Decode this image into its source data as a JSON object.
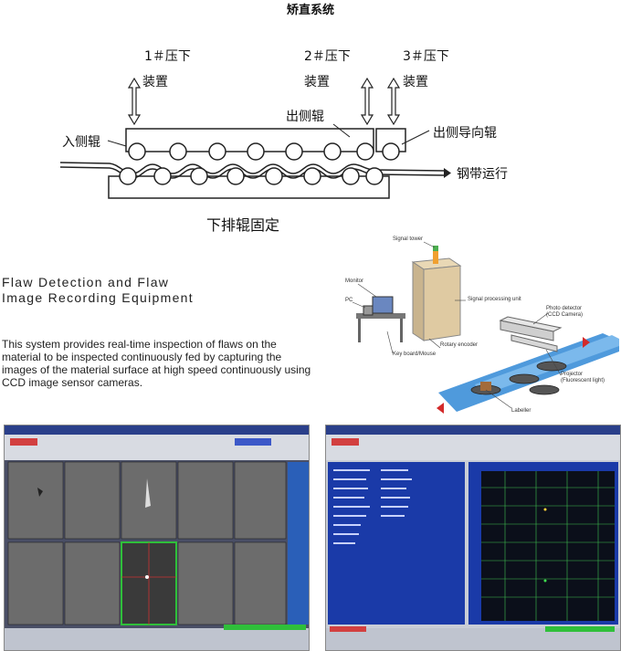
{
  "title": "矫直系统",
  "diagram": {
    "press1": "1＃压下",
    "press2": "2＃压下",
    "press3": "3＃压下",
    "device": "装置",
    "exit_roll": "出侧辊",
    "entry_roll": "入侧辊",
    "exit_guide_roll": "出侧导向辊",
    "strip_run": "钢带运行",
    "bottom_fixed": "下排辊固定"
  },
  "flaw": {
    "title_line1": "Flaw Detection and Flaw",
    "title_line2": "Image Recording Equipment",
    "description": "This system provides real-time inspection of flaws on the material to be inspected continuously fed by capturing the images of the material surface at high speed continuously using CCD image sensor cameras."
  },
  "equipment": {
    "signal_tower": "Signal tower",
    "monitor": "Monitor",
    "pc": "PC",
    "signal_processing_unit": "Signal processing unit",
    "photo_detector": "Photo detector",
    "ccd_camera": "(CCD Camera)",
    "rotary_encoder": "Rotary encoder",
    "keyboard_mouse": "Key board/Mouse",
    "projector": "Projector",
    "fluorescent_light": "(Fluorescent light)",
    "labeller": "Labeller"
  },
  "colors": {
    "screen_blue": "#1a3aa8",
    "thumb_gray": "#7d7d7d",
    "highlight_green": "#2fbf3a",
    "conveyor_blue": "#3c8fd8"
  }
}
